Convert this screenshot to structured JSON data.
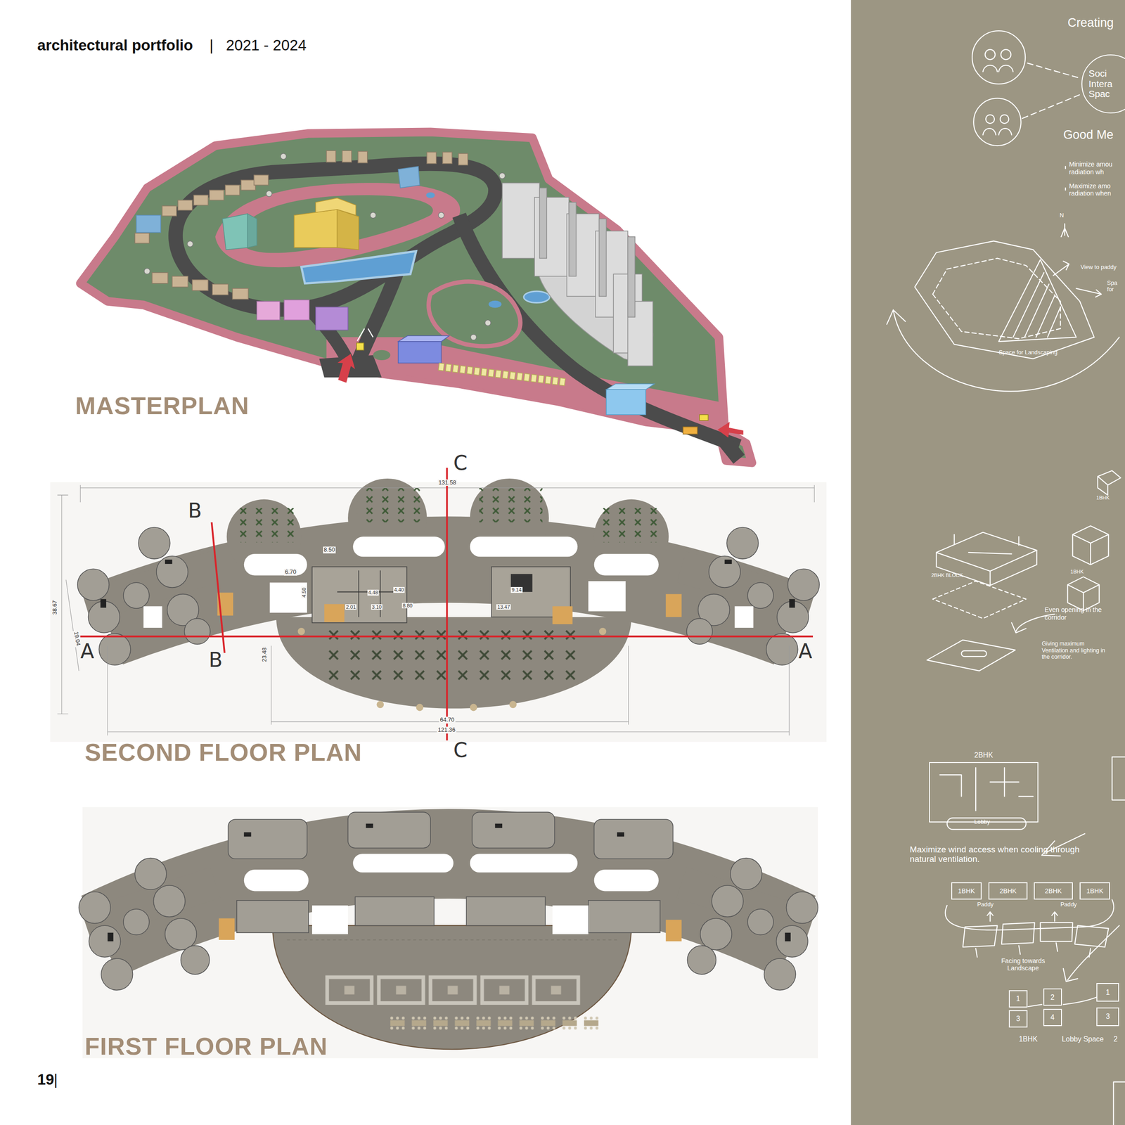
{
  "diagram": {
    "nodes": [
      {
        "text": [
          "Soci Intera Spac"
        ]
      },
      {
        "text": [
          "2BHK"
        ]
      },
      {
        "text": [
          "1BHK"
        ]
      },
      {
        "text": [
          "2BHK"
        ]
      },
      {
        "text": [
          "2BHK"
        ]
      },
      {
        "text": [
          "1BHK"
        ]
      },
      {
        "text": [
          "1"
        ]
      },
      {
        "text": [
          "2"
        ]
      },
      {
        "text": [
          "3"
        ]
      },
      {
        "text": [
          "4"
        ]
      },
      {
        "text": [
          "1"
        ]
      },
      {
        "text": [
          "3"
        ]
      }
    ],
    "labels": [
      "architectural portfolio",
      "|",
      "2021 - 2024",
      "MASTERPLAN",
      "C",
      "B",
      "A",
      "B",
      "A",
      "C",
      "131.58",
      "38.67",
      "19.04",
      "8.50",
      "6.70",
      "4.50",
      "4.48",
      "4.40",
      "2.01",
      "3.10",
      "8.80",
      "9.14",
      "13.47",
      "23.48",
      "64.70",
      "121.36",
      "SECOND FLOOR PLAN",
      "FIRST FLOOR PLAN",
      "19",
      "|",
      "Creating",
      "Good Me",
      "Minimize amou radiation wh",
      "Maximize amo radiation when",
      "N",
      "View to paddy",
      "Spa for",
      "Space for Landscaping",
      "1BHK",
      "2BHK BLOCK",
      "1BHK",
      "Even opening in the corridor",
      "Giving maximum Ventilation and lighting in the corridor.",
      "Lobby",
      "Maximize wind access when cooling through natural ventilation.",
      "Paddy",
      "Paddy",
      "Facing towards Landscape",
      "1BHK",
      "Lobby Space",
      "2"
    ]
  }
}
